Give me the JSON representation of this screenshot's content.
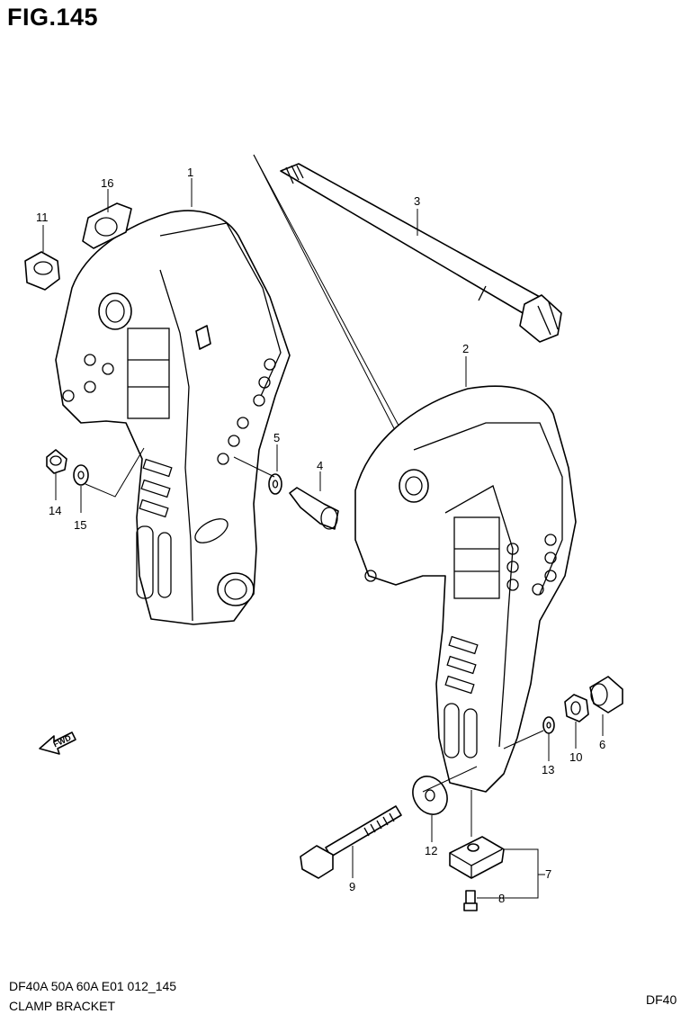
{
  "figure": {
    "title": "FIG.145",
    "code": "DF40A 50A 60A E01 012_145",
    "name": "CLAMP BRACKET",
    "model": "DF40"
  },
  "fwd_label": "FWD",
  "callouts": {
    "c1": "1",
    "c2": "2",
    "c3": "3",
    "c4": "4",
    "c5": "5",
    "c6": "6",
    "c7": "7",
    "c8": "8",
    "c9": "9",
    "c10": "10",
    "c11": "11",
    "c12": "12",
    "c13": "13",
    "c14": "14",
    "c15": "15",
    "c16": "16"
  }
}
